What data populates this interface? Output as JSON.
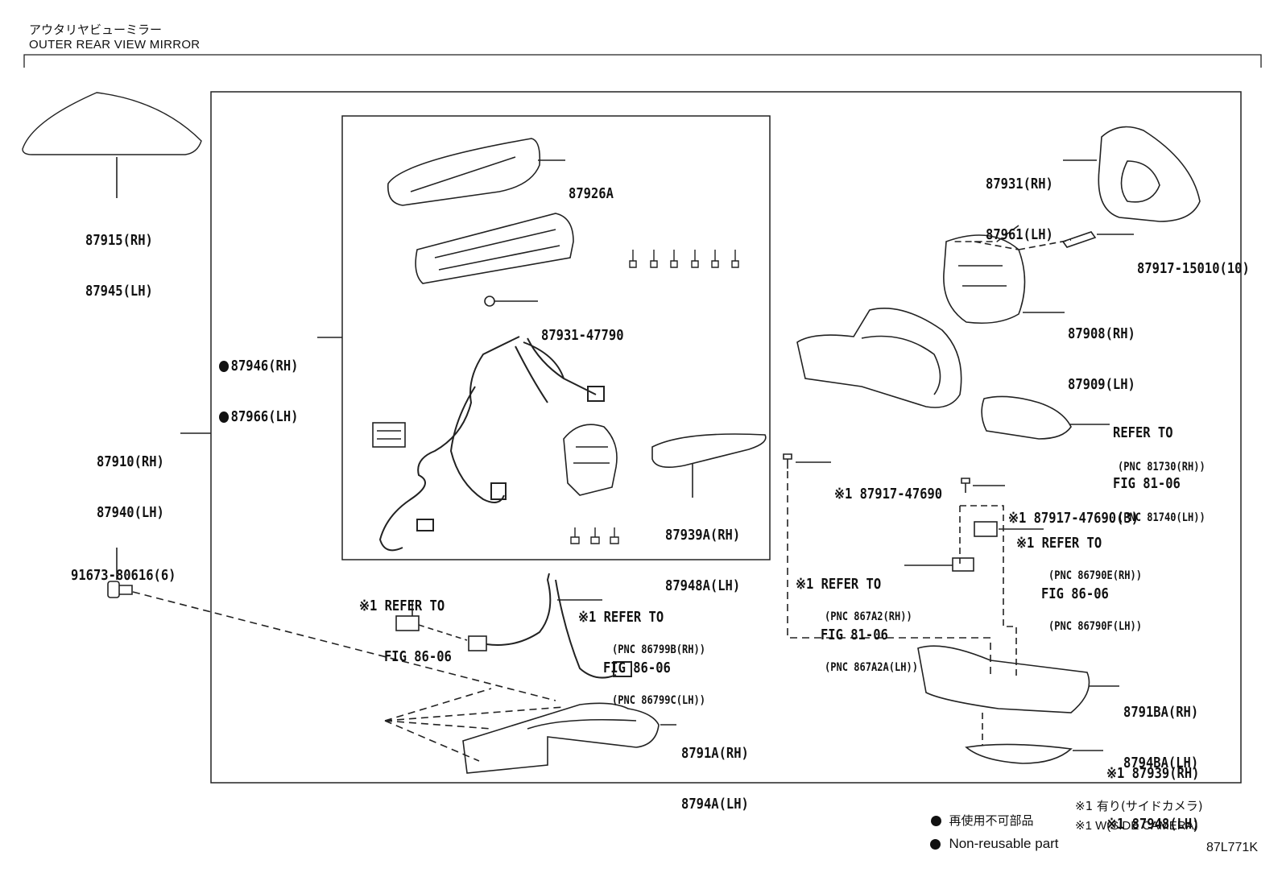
{
  "header": {
    "title_jp": "アウタリヤビューミラー",
    "title_en": "OUTER REAR VIEW MIRROR"
  },
  "labels": {
    "p87915": [
      "87915(RH)",
      "87945(LH)"
    ],
    "p87946": [
      "87946(RH)",
      "87966(LH)"
    ],
    "p87910": [
      "87910(RH)",
      "87940(LH)"
    ],
    "p91673": [
      "91673-80616(6)"
    ],
    "p87926a": [
      "87926A"
    ],
    "p87931_47790": [
      "87931-47790"
    ],
    "p87939a": [
      "87939A(RH)",
      "87948A(LH)"
    ],
    "refer_86_06_left": [
      "※1 REFER TO",
      "FIG 86-06"
    ],
    "refer_86_06_mid": [
      "※1 REFER TO",
      "FIG 86-06"
    ],
    "pnc_86799": [
      "(PNC 86799B(RH))",
      "(PNC 86799C(LH))"
    ],
    "p8791a": [
      "8791A(RH)",
      "8794A(LH)"
    ],
    "p87931": [
      "87931(RH)",
      "87961(LH)"
    ],
    "p87917_15010": [
      "87917-15010(10)"
    ],
    "p87908": [
      "87908(RH)",
      "87909(LH)"
    ],
    "refer_81_06_right": [
      "REFER TO",
      "FIG 81-06"
    ],
    "pnc_817": [
      "(PNC 81730(RH))",
      "(PNC 81740(LH))"
    ],
    "p87917_47690": [
      "※1 87917-47690"
    ],
    "p87917_47690_3": [
      "※1 87917-47690(3)"
    ],
    "refer_86_06_right": [
      "※1 REFER TO",
      "FIG 86-06"
    ],
    "pnc_86790": [
      "(PNC 86790E(RH))",
      "(PNC 86790F(LH))"
    ],
    "refer_81_06_mid": [
      "※1 REFER TO",
      "FIG 81-06"
    ],
    "pnc_867a": [
      "(PNC 867A2(RH))",
      "(PNC 867A2A(LH))"
    ],
    "p8791ba": [
      "8791BA(RH)",
      "8794BA(LH)"
    ],
    "p87939": [
      "※1 87939(RH)",
      "※1 87948(LH)"
    ]
  },
  "legend": {
    "jp_part": "再使用不可部品",
    "en_part": "Non-reusable part",
    "jp_note": "※1 有り(サイドカメラ)",
    "en_note": "※1 W(SIDE CAMERA)"
  },
  "figure_code": "87L771K"
}
